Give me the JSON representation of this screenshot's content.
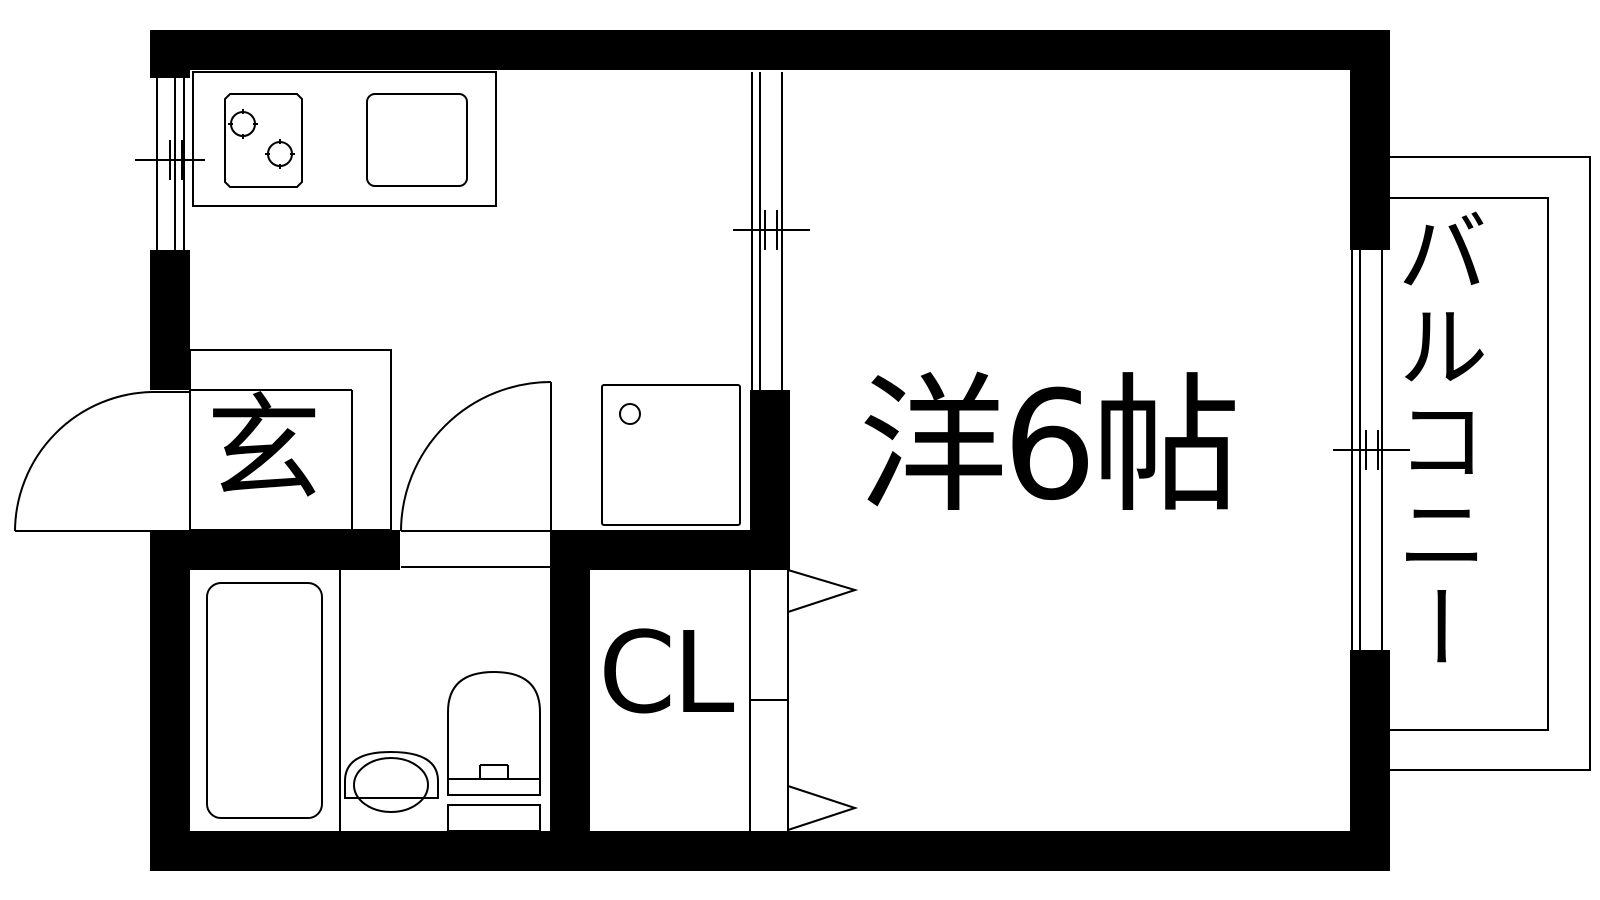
{
  "floor_plan": {
    "rooms": {
      "main_room": "洋6帖",
      "entrance": "玄",
      "closet": "CL",
      "balcony": "バルコニー"
    },
    "colors": {
      "wall": "#000000",
      "line": "#000000",
      "background": "#ffffff"
    },
    "fixtures": [
      "stove-icon",
      "sink-icon",
      "bathtub-icon",
      "washbasin-icon",
      "toilet-icon",
      "washing-machine-pan-icon",
      "refrigerator-space-icon"
    ]
  }
}
